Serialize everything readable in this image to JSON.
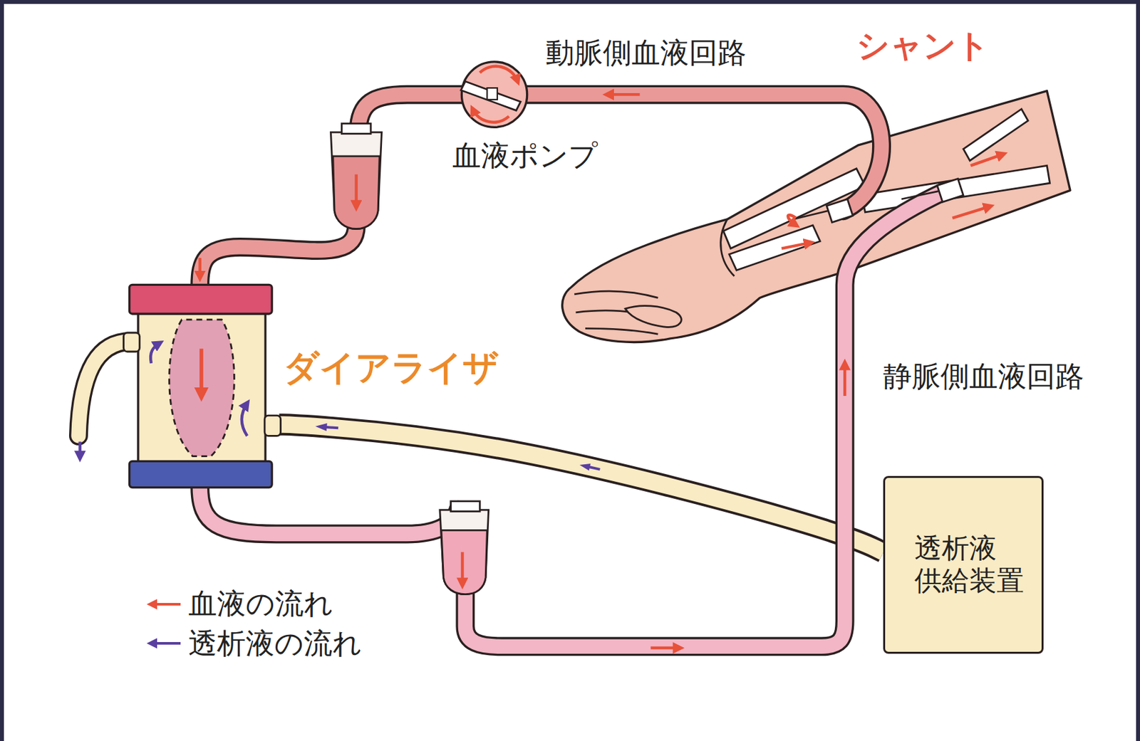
{
  "diagram": {
    "nodes": [
      {
        "text": [
          "ダイアライザ"
        ]
      },
      {
        "text": [
          "透析液 供給装置"
        ]
      }
    ],
    "edges": [
      {
        "from": 1,
        "to": 0,
        "arrow": "to"
      }
    ],
    "labels": [
      "動脈側血液回路",
      "シャント",
      "血液ポンプ",
      "静脈側血液回路"
    ],
    "legend": [
      {
        "text": "血液の流れ"
      },
      {
        "text": "透析液の流れ"
      }
    ]
  }
}
